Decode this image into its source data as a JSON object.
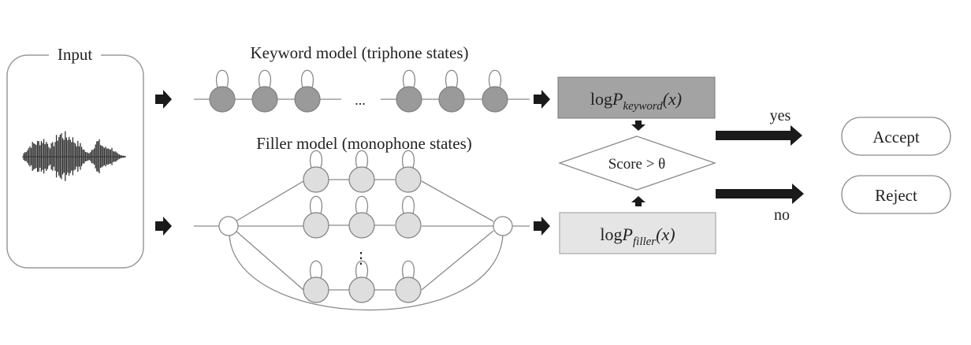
{
  "input": {
    "label": "Input"
  },
  "keyword_model": {
    "title": "Keyword model (triphone states)",
    "ellipsis": "..."
  },
  "filler_model": {
    "title": "Filler model (monophone states)",
    "ellipsis": "⋮"
  },
  "scores": {
    "keyword": {
      "prefix": "log",
      "var": "P",
      "sub": "keyword",
      "arg": "(x)"
    },
    "filler": {
      "prefix": "log",
      "var": "P",
      "sub": "filler",
      "arg": "(x)"
    }
  },
  "decision": {
    "label": "Score > θ",
    "yes_label": "yes",
    "no_label": "no"
  },
  "outcomes": {
    "accept": "Accept",
    "reject": "Reject"
  },
  "colors": {
    "keyword_state": "#9a9a9a",
    "filler_state": "#dedede",
    "keyword_box": "#a3a3a3",
    "filler_box": "#e5e5e5",
    "arrow": "#1a1a1a",
    "line": "#8a8a8a"
  }
}
